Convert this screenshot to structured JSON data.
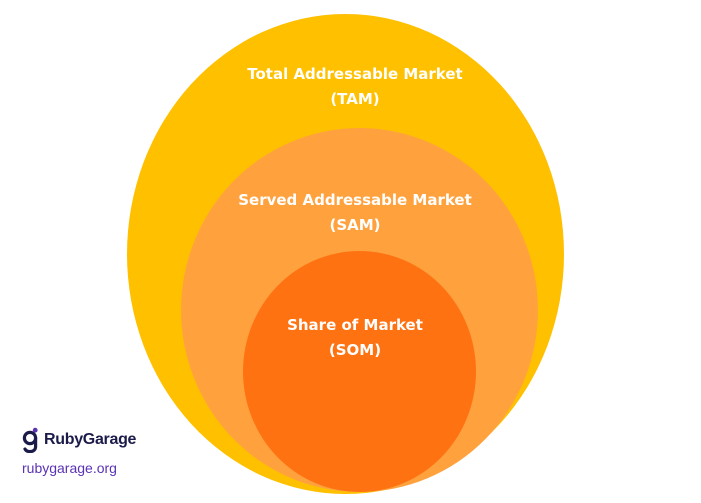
{
  "diagram": {
    "circles": [
      {
        "id": "tam",
        "title": "Total Addressable Market",
        "abbr": "(TAM)",
        "color": "#ffc000"
      },
      {
        "id": "sam",
        "title": "Served Addressable Market",
        "abbr": "(SAM)",
        "color": "#ffa23e"
      },
      {
        "id": "som",
        "title": "Share of Market",
        "abbr": "(SOM)",
        "color": "#ff7212"
      }
    ]
  },
  "brand": {
    "name": "RubyGarage",
    "url": "rubygarage.org",
    "name_color": "#1b1b4a",
    "accent_color": "#5a32b4",
    "icon": "rubygarage-logo-icon"
  }
}
